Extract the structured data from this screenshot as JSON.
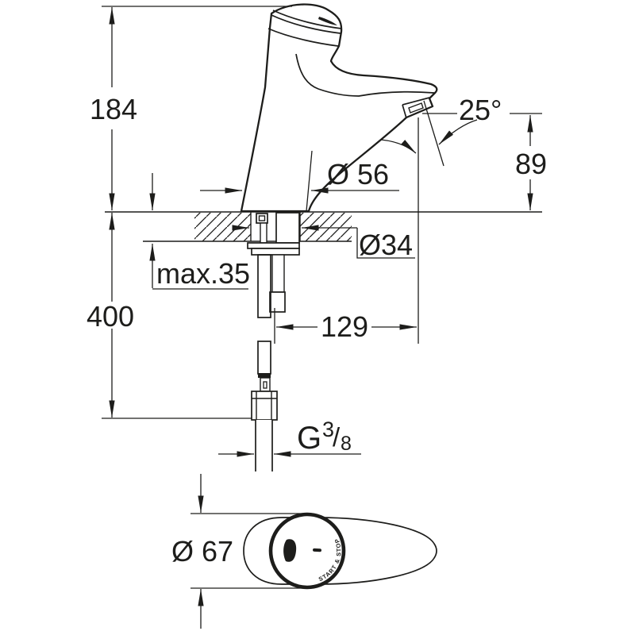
{
  "drawing": {
    "background": "#ffffff",
    "line_color": "#1d1d1b",
    "side_view": {
      "total_height": "184",
      "install_length": "400",
      "deck_thickness_max": "max.35",
      "body_base_diameter": "Ø 56",
      "spout_angle": "25°",
      "spout_outlet_height": "89",
      "mounting_hole_diameter": "Ø34",
      "spout_reach": "129",
      "thread_letter": "G",
      "thread_numerator": "3",
      "thread_fraction_slash": "/",
      "thread_denominator": "8"
    },
    "top_view": {
      "handle_diameter": "Ø 67",
      "handle_cap_text": "START & STOP"
    }
  }
}
